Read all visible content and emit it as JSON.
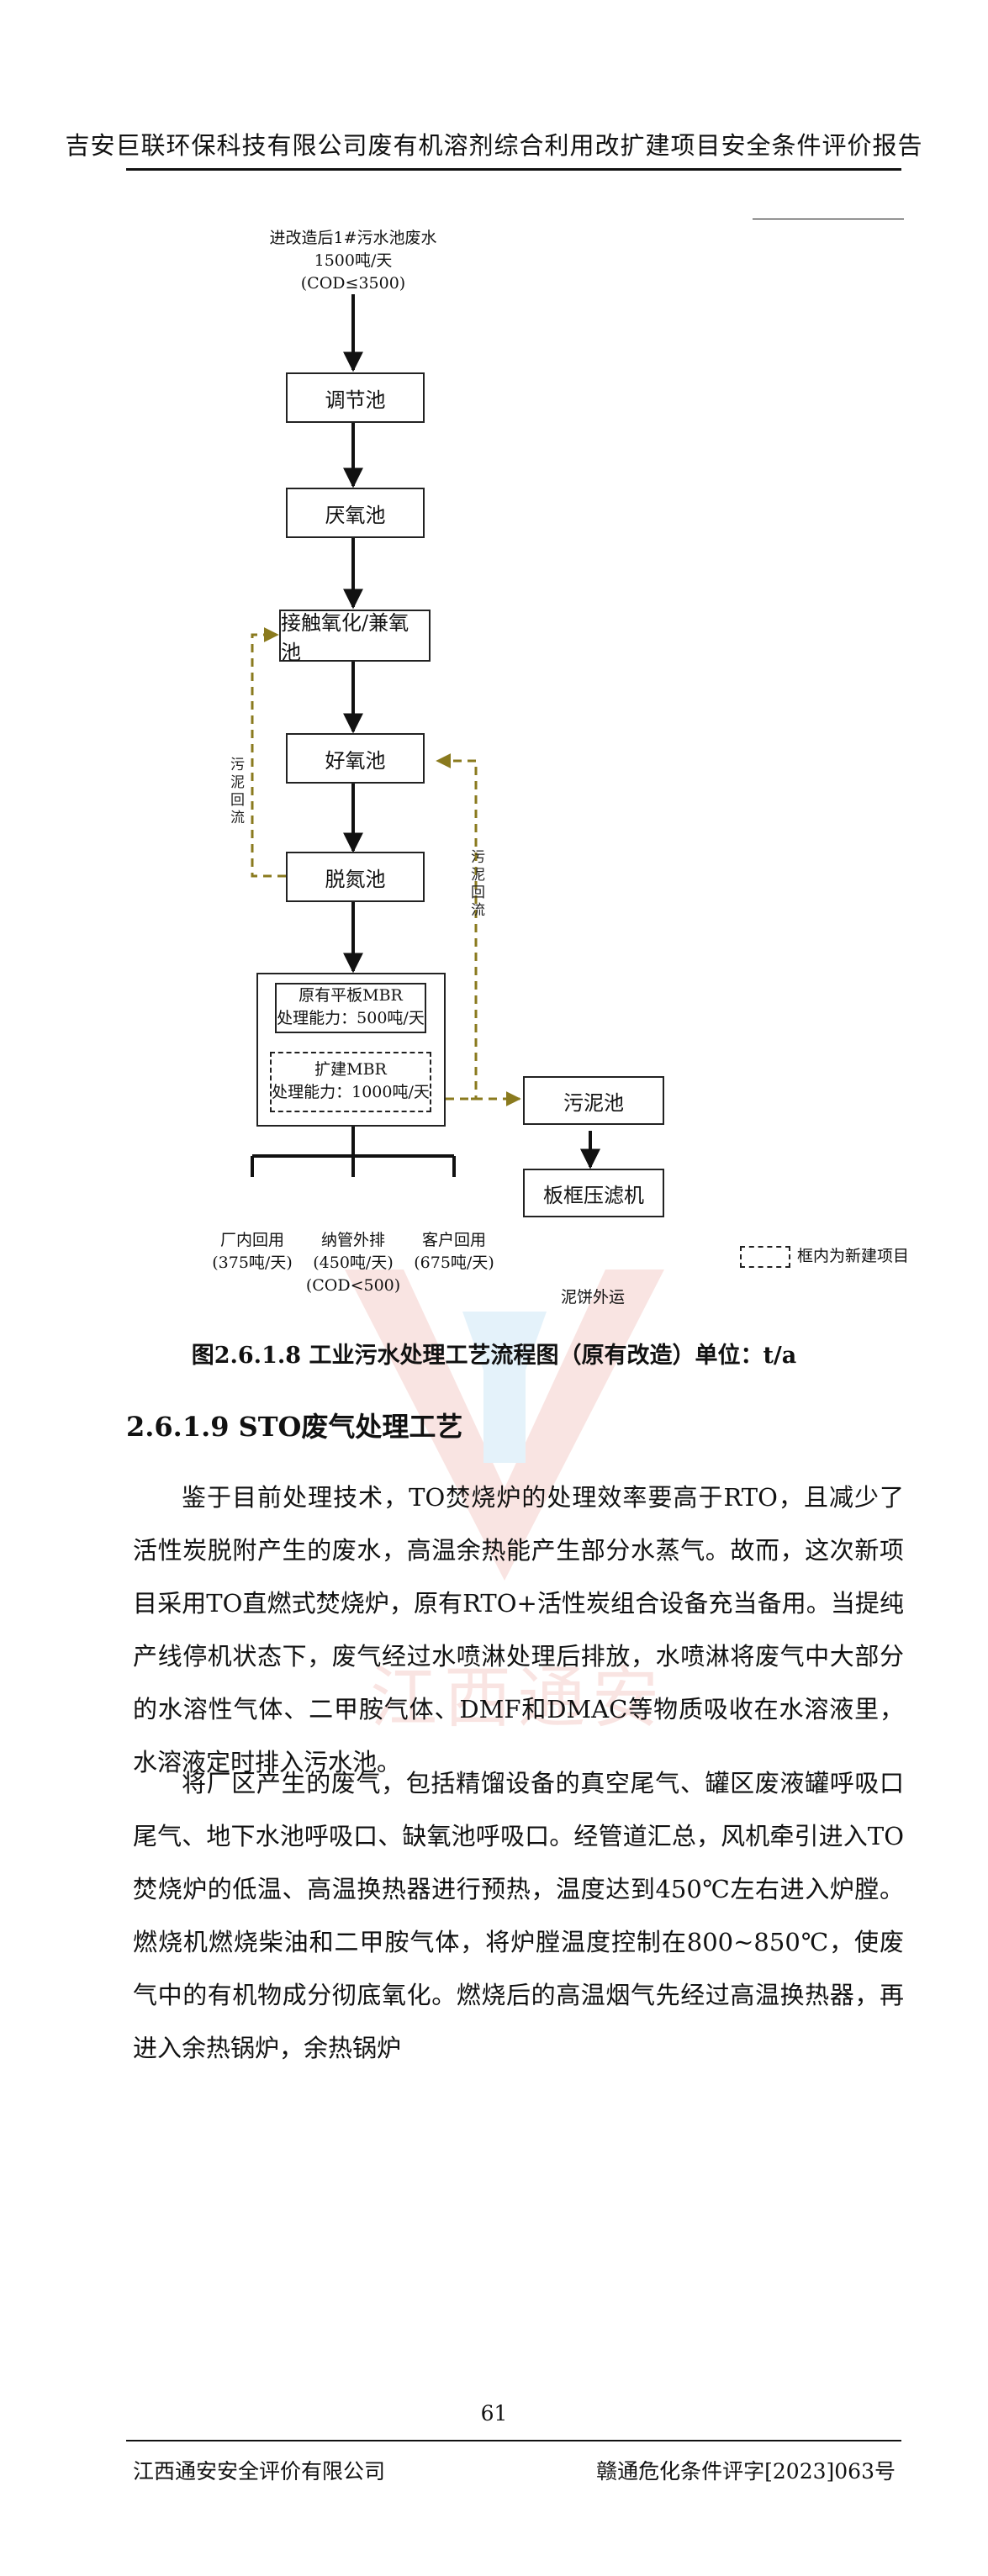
{
  "header": {
    "title": "吉安巨联环保科技有限公司废有机溶剂综合利用改扩建项目安全条件评价报告"
  },
  "diagram": {
    "inflow": [
      "进改造后1#污水池废水",
      "1500吨/天",
      "(COD≤3500)"
    ],
    "boxes": {
      "tiaojie": "调节池",
      "yanyang": "厌氧池",
      "jiechu": "接触氧化/兼氧池",
      "haoyang": "好氧池",
      "tuodan": "脱氮池",
      "wuni": "污泥池",
      "banluang": "板框压滤机"
    },
    "mbr": {
      "existing_name": "原有平板MBR",
      "existing_capacity": "处理能力：500吨/天",
      "new_name": "扩建MBR",
      "new_capacity": "处理能力：1000吨/天"
    },
    "recycle_left": "污泥回流",
    "recycle_right": "污泥回流",
    "outputs": [
      {
        "name": "厂内回用",
        "amount": "(375吨/天)"
      },
      {
        "name": "纳管外排",
        "amount": "(450吨/天)",
        "note": "(COD<500)"
      },
      {
        "name": "客户回用",
        "amount": "(675吨/天)"
      }
    ],
    "sludge_out": "泥饼外运",
    "legend": "框内为新建项目",
    "dashed_color": "#8a7a1e",
    "line_color": "#111111"
  },
  "caption": "图2.6.1.8 工业污水处理工艺流程图（原有改造）单位：t/a",
  "section_heading": "2.6.1.9 STO废气处理工艺",
  "paragraphs": [
    "鉴于目前处理技术，TO焚烧炉的处理效率要高于RTO，且减少了活性炭脱附产生的废水，高温余热能产生部分水蒸气。故而，这次新项目采用TO直燃式焚烧炉，原有RTO+活性炭组合设备充当备用。当提纯产线停机状态下，废气经过水喷淋处理后排放，水喷淋将废气中大部分的水溶性气体、二甲胺气体、DMF和DMAC等物质吸收在水溶液里，水溶液定时排入污水池。",
    "将厂区产生的废气，包括精馏设备的真空尾气、罐区废液罐呼吸口尾气、地下水池呼吸口、缺氧池呼吸口。经管道汇总，风机牵引进入TO焚烧炉的低温、高温换热器进行预热，温度达到450℃左右进入炉膛。燃烧机燃烧柴油和二甲胺气体，将炉膛温度控制在800~850℃，使废气中的有机物成分彻底氧化。燃烧后的高温烟气先经过高温换热器，再进入余热锅炉，余热锅炉"
  ],
  "watermark": "江西通安",
  "page_number": "61",
  "footer": {
    "left": "江西通安安全评价有限公司",
    "right": "赣通危化条件评字[2023]063号"
  }
}
